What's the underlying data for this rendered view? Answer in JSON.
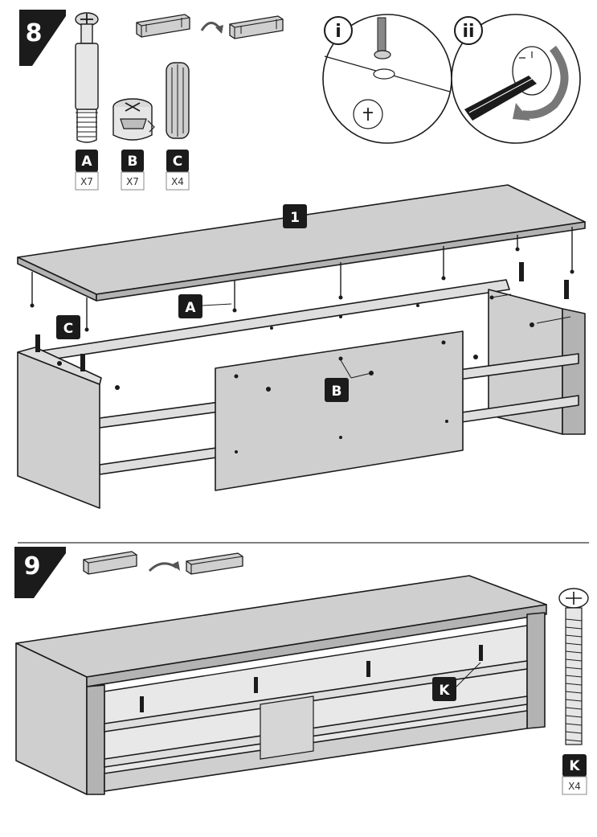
{
  "steps": [
    {
      "number": "8"
    },
    {
      "number": "9"
    }
  ],
  "detail_labels": {
    "first": "i",
    "second": "ii"
  },
  "parts": [
    {
      "letter": "A",
      "qty": "X7",
      "icon": "cam-bolt-icon"
    },
    {
      "letter": "B",
      "qty": "X7",
      "icon": "cam-lock-icon"
    },
    {
      "letter": "C",
      "qty": "X4",
      "icon": "wood-dowel-icon"
    },
    {
      "letter": "K",
      "qty": "X4",
      "icon": "long-screw-icon"
    }
  ],
  "callouts": {
    "board_number": "1",
    "bolt": "A",
    "dowel": "C",
    "cam_lock": "B",
    "screw": "K"
  },
  "colors": {
    "badge": "#1b1b1b",
    "panel": "#cfcfcf",
    "panel_dark": "#b3b3b3",
    "line": "#1b1b1b",
    "divider": "#555555"
  }
}
